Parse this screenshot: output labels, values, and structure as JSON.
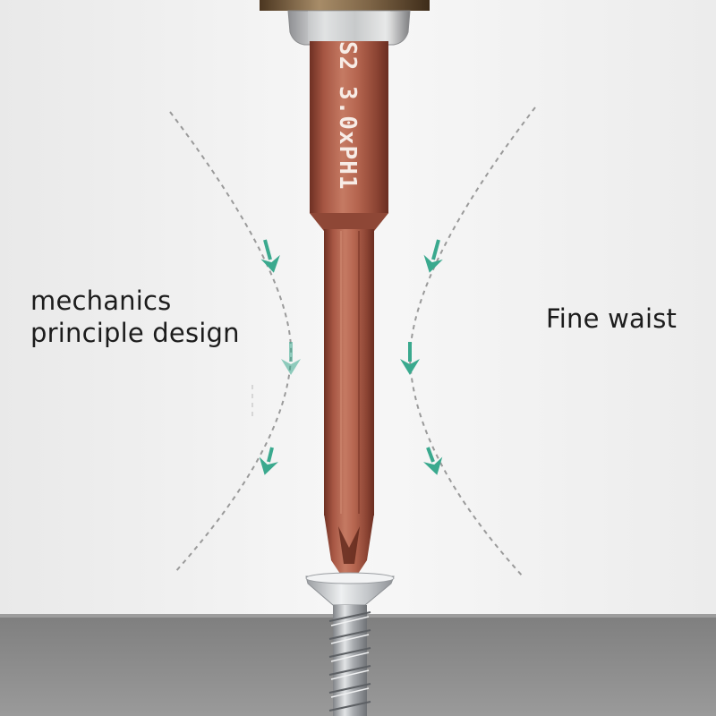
{
  "captions": {
    "left": [
      "mechanics",
      "principle design"
    ],
    "right": "Fine waist"
  },
  "engraving": "S2 3.0xPH1",
  "colors": {
    "background": "#f2f2f2",
    "shaft": "#b4654f",
    "shaft_dark": "#7a3b2c",
    "arrow": "#3aa98e",
    "surface": "#8c8c8c",
    "screw": "#b9bcbf"
  },
  "icons": [
    "arrow-down-icon"
  ]
}
